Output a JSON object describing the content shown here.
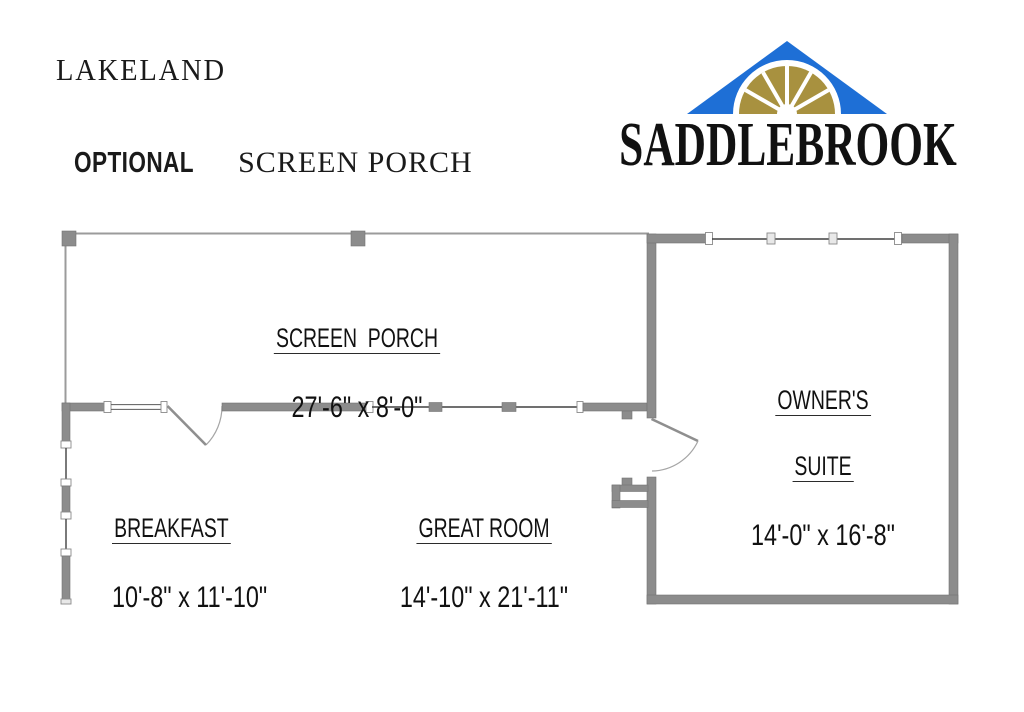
{
  "header": {
    "plan_name": "LAKELAND",
    "subtitle_prefix": "OPTIONAL",
    "subtitle_rest": " SCREEN PORCH"
  },
  "logo": {
    "brand": "SADDLEBROOK",
    "roof_icon": "gable-roof-with-fanlight-window"
  },
  "colors": {
    "roof_blue": "#1E6FD6",
    "fan_gold": "#A8913F",
    "wall_gray": "#8C8C8C"
  },
  "floor_plan": {
    "rooms": [
      {
        "name": "SCREEN  PORCH",
        "dimensions": "27'-6\" x 8'-0\""
      },
      {
        "name": "BREAKFAST",
        "dimensions": "10'-8\" x 11'-10\""
      },
      {
        "name": "GREAT ROOM",
        "dimensions": "14'-10\" x 21'-11\""
      },
      {
        "name": "OWNER'S",
        "name2": "SUITE",
        "dimensions": "14'-0\" x 16'-8\""
      }
    ]
  }
}
